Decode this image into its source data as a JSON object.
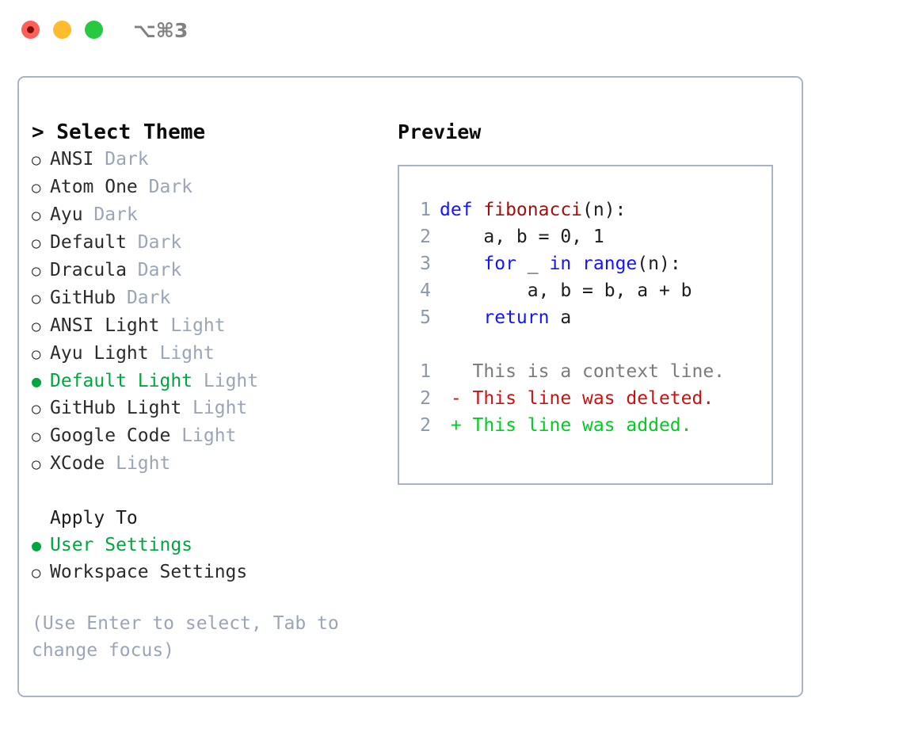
{
  "titlebar": {
    "shortcut": "⌥⌘3",
    "lights": [
      "close-red",
      "minimize-yellow",
      "maximize-green"
    ]
  },
  "left": {
    "header": "> Select Theme",
    "themes": [
      {
        "marker": "○",
        "name": "ANSI",
        "kind": "Dark",
        "selected": false
      },
      {
        "marker": "○",
        "name": "Atom One",
        "kind": "Dark",
        "selected": false
      },
      {
        "marker": "○",
        "name": "Ayu",
        "kind": "Dark",
        "selected": false
      },
      {
        "marker": "○",
        "name": "Default",
        "kind": "Dark",
        "selected": false
      },
      {
        "marker": "○",
        "name": "Dracula",
        "kind": "Dark",
        "selected": false
      },
      {
        "marker": "○",
        "name": "GitHub",
        "kind": "Dark",
        "selected": false
      },
      {
        "marker": "○",
        "name": "ANSI Light",
        "kind": "Light",
        "selected": false
      },
      {
        "marker": "○",
        "name": "Ayu Light",
        "kind": "Light",
        "selected": false
      },
      {
        "marker": "●",
        "name": "Default Light",
        "kind": "Light",
        "selected": true
      },
      {
        "marker": "○",
        "name": "GitHub Light",
        "kind": "Light",
        "selected": false
      },
      {
        "marker": "○",
        "name": "Google Code",
        "kind": "Light",
        "selected": false
      },
      {
        "marker": "○",
        "name": "XCode",
        "kind": "Light",
        "selected": false
      }
    ],
    "apply_header": "Apply To",
    "apply_options": [
      {
        "marker": "●",
        "name": "User Settings",
        "selected": true
      },
      {
        "marker": "○",
        "name": "Workspace Settings",
        "selected": false
      }
    ],
    "hint": "(Use Enter to select, Tab to change focus)"
  },
  "right": {
    "header": "Preview",
    "code_lines": [
      {
        "num": "1",
        "tokens": [
          {
            "t": "def ",
            "c": "kw"
          },
          {
            "t": "fibonacci",
            "c": "fn"
          },
          {
            "t": "(n):",
            "c": "pl"
          }
        ]
      },
      {
        "num": "2",
        "tokens": [
          {
            "t": "    a, b = 0, 1",
            "c": "pl"
          }
        ]
      },
      {
        "num": "3",
        "tokens": [
          {
            "t": "    ",
            "c": "pl"
          },
          {
            "t": "for",
            "c": "kw"
          },
          {
            "t": " _ ",
            "c": "pl"
          },
          {
            "t": "in",
            "c": "kw"
          },
          {
            "t": " ",
            "c": "pl"
          },
          {
            "t": "range",
            "c": "kw"
          },
          {
            "t": "(n):",
            "c": "pl"
          }
        ]
      },
      {
        "num": "4",
        "tokens": [
          {
            "t": "        a, b = b, a + b",
            "c": "pl"
          }
        ]
      },
      {
        "num": "5",
        "tokens": [
          {
            "t": "    ",
            "c": "pl"
          },
          {
            "t": "return",
            "c": "kw"
          },
          {
            "t": " a",
            "c": "pl"
          }
        ]
      }
    ],
    "diff_lines": [
      {
        "num": "1",
        "tokens": [
          {
            "t": "   This is a context line.",
            "c": "ctx"
          }
        ]
      },
      {
        "num": "2",
        "tokens": [
          {
            "t": " - This line was deleted.",
            "c": "del"
          }
        ]
      },
      {
        "num": "2",
        "tokens": [
          {
            "t": " + This line was added.",
            "c": "add"
          }
        ]
      }
    ]
  },
  "colors": {
    "border": "#a9b3c2",
    "selected_green": "#00a63e",
    "muted_gray": "#9aa5b5",
    "keyword_blue": "#1414ff",
    "function_red": "#a01010",
    "diff_delete": "#cc1111",
    "diff_add": "#00cc22",
    "line_number": "#8a98aa",
    "light_red": "#ff5f57",
    "light_yellow": "#febc2e",
    "light_green": "#28c840"
  }
}
